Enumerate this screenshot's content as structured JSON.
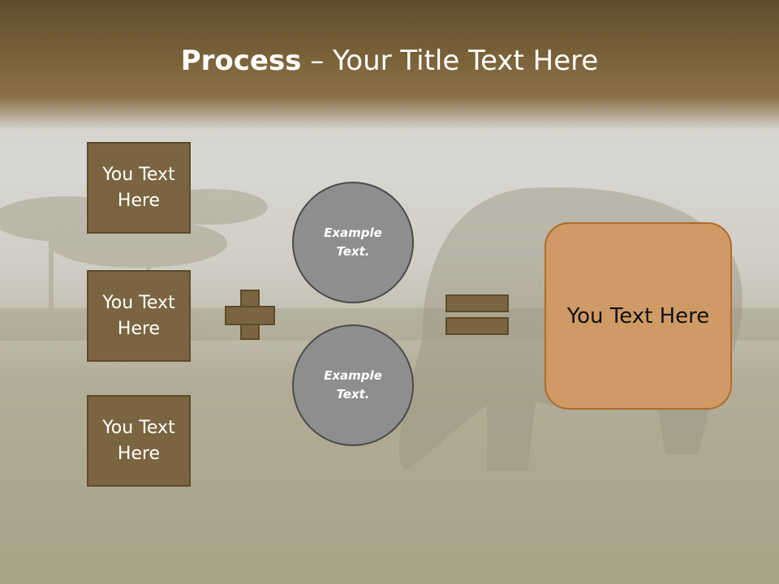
{
  "slide": {
    "title_strong": "Process",
    "title_rest": " – Your Title Text Here",
    "left_boxes": [
      {
        "label": "You Text Here"
      },
      {
        "label": "You Text Here"
      },
      {
        "label": "You Text Here"
      }
    ],
    "circles": [
      {
        "label": "Example Text."
      },
      {
        "label": "Example Text."
      }
    ],
    "operators": {
      "plus": "plus-sign",
      "equals": "equals-sign"
    },
    "result_box": {
      "label": "You Text Here"
    },
    "colors": {
      "header_brown": "#6b5632",
      "box_fill": "#7a6540",
      "box_border": "#5e4a2c",
      "circle_fill": "#8e8e8e",
      "result_fill": "#cf9a66",
      "result_border": "#b06b2c"
    }
  }
}
